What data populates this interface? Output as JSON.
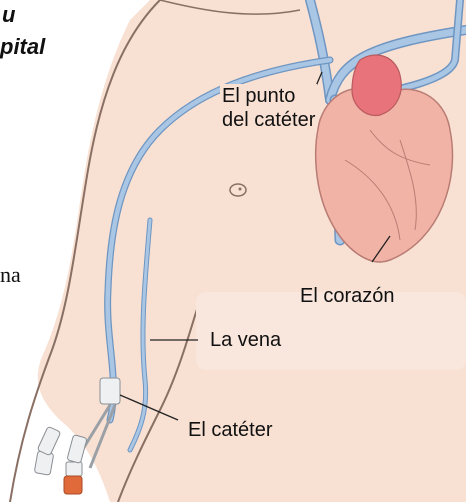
{
  "heading_fragments": [
    "u",
    "pital"
  ],
  "side_fragment": "na",
  "labels": {
    "catheter_point": [
      "El punto",
      "del catéter"
    ],
    "heart": "El corazón",
    "vein": "La vena",
    "catheter": "El catéter"
  },
  "colors": {
    "skin": "#f8e1d3",
    "skin_outline": "#8a6f64",
    "vein": "#a9c6e4",
    "vein_outline": "#6f96c2",
    "heart": "#f2b3a7",
    "heart_red": "#e8737a",
    "label_box": "#f9e6dd",
    "catheter_cap": "#e06a3a"
  }
}
